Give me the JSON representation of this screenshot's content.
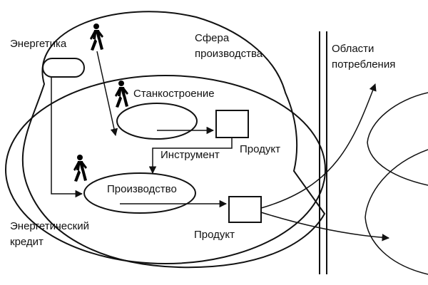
{
  "labels": {
    "energy": "Энергетика",
    "sphere_line1": "Сфера",
    "sphere_line2": "производства",
    "consumption_line1": "Области",
    "consumption_line2": "потребления",
    "machine_building": "Станкостроение",
    "tool": "Инструмент",
    "product_top": "Продукт",
    "production": "Производство",
    "product_bottom": "Продукт",
    "credit_line1": "Энергетический",
    "credit_line2": "кредит"
  },
  "colors": {
    "ink": "#111111",
    "background": "#ffffff"
  },
  "icons": [
    "walking-person-icon"
  ]
}
